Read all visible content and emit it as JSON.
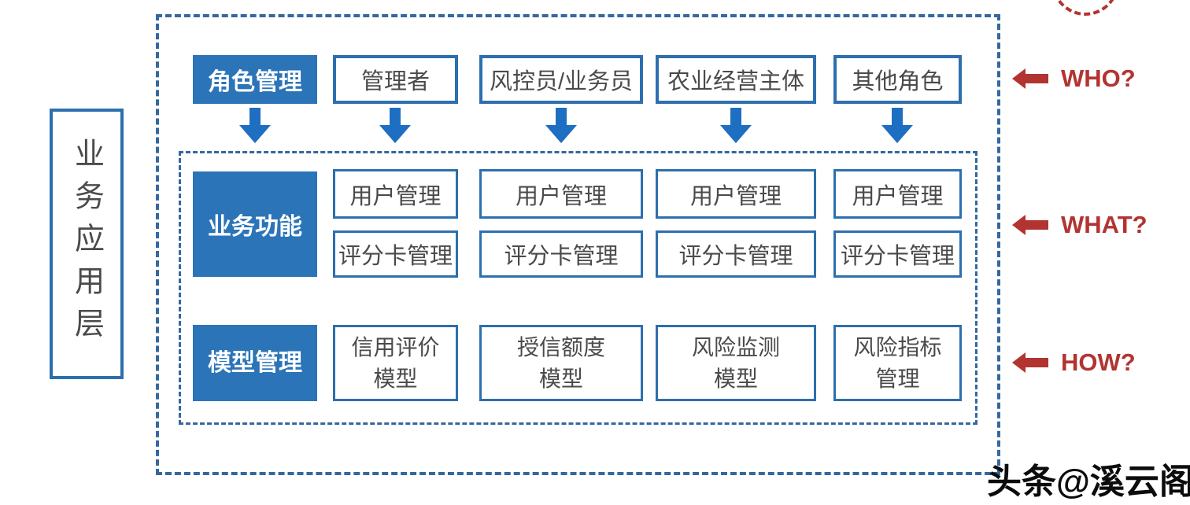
{
  "layer_label": "业务应用层",
  "role_row": {
    "header": "角色管理",
    "roles": [
      "管理者",
      "风控员/业务员",
      "农业经营主体",
      "其他角色"
    ]
  },
  "function_row": {
    "header": "业务功能",
    "items": [
      "用户管理",
      "评分卡管理"
    ]
  },
  "model_row": {
    "header": "模型管理",
    "models": [
      [
        "信用评价",
        "模型"
      ],
      [
        "授信额度",
        "模型"
      ],
      [
        "风险监测",
        "模型"
      ],
      [
        "风险指标",
        "管理"
      ]
    ]
  },
  "annotations": {
    "who": "WHO?",
    "what": "WHAT?",
    "how": "HOW?"
  },
  "watermark": "头条@溪云阁",
  "colors": {
    "blueFill": "#2b74b8",
    "blueBorder": "#2d6fae",
    "arrowBlue": "#1e6ec2",
    "dashBlue": "#35689f",
    "red": "#b23431",
    "textGray": "#4a4a4a"
  }
}
